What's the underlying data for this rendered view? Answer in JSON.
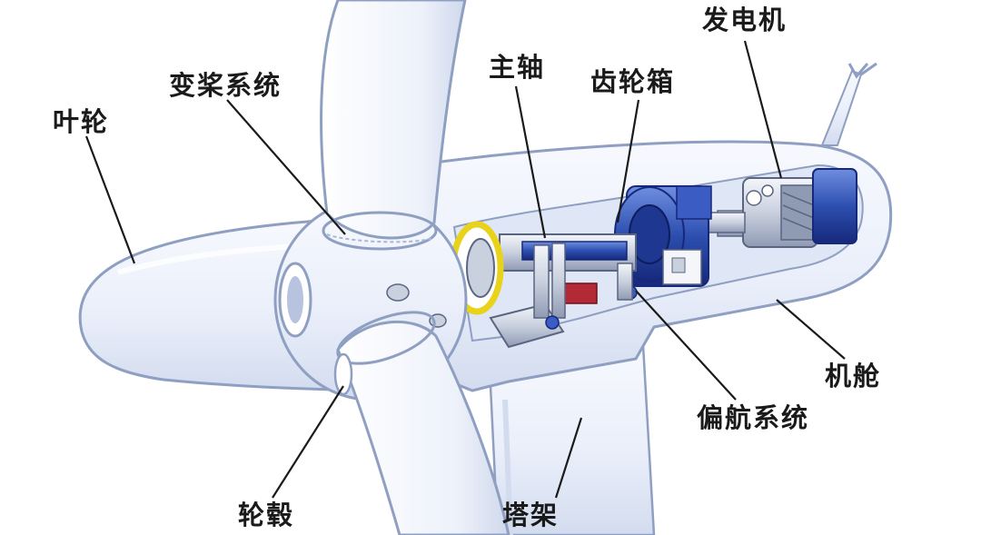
{
  "labels": {
    "rotor": "叶轮",
    "pitch_system": "变桨系统",
    "main_shaft": "主轴",
    "gearbox": "齿轮箱",
    "generator": "发电机",
    "nacelle": "机舱",
    "yaw_system": "偏航系统",
    "tower": "塔架",
    "hub": "轮毂"
  },
  "colors": {
    "outline": "#8f9fc2",
    "shell": "#eef2fb",
    "blue": "#2d4fb0",
    "dark_blue": "#16287a",
    "steel": "#c9d0de",
    "leader": "#1a1a1a",
    "bearing": "#e8d21a",
    "red": "#b22a36"
  }
}
